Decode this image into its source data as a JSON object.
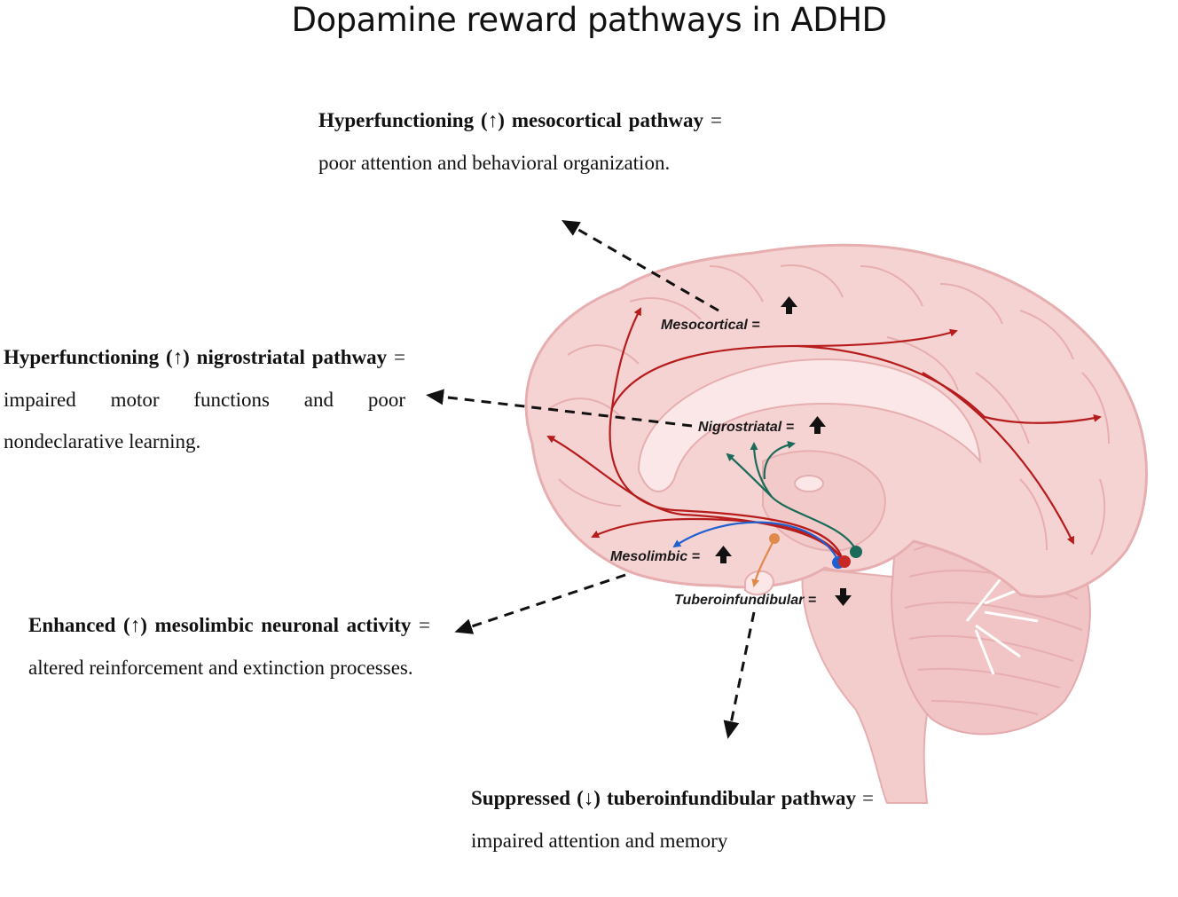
{
  "title": "Dopamine reward pathways in ADHD",
  "colors": {
    "mesocortical": "#b71c1c",
    "nigrostriatal": "#1b6b5a",
    "mesolimbic": "#1f5fcf",
    "tuberoinfundibular": "#e0894a",
    "brain_fill": "#f6d3d3",
    "brain_outline": "#e7aeb0"
  },
  "pathway_labels": {
    "mesocortical": "Mesocortical =",
    "nigrostriatal": "Nigrostriatal =",
    "mesolimbic": "Mesolimbic =",
    "tuberoinfundibular": "Tuberoinfundibular ="
  },
  "pathway_direction": {
    "mesocortical": "up",
    "nigrostriatal": "up",
    "mesolimbic": "up",
    "tuberoinfundibular": "down"
  },
  "callouts": {
    "mesocortical": {
      "bold": "Hyperfunctioning (↑) mesocortical pathway",
      "text": " = poor attention and behavioral organization."
    },
    "nigrostriatal": {
      "bold": "Hyperfunctioning (↑) nigrostriatal pathway",
      "text": " = impaired motor functions and poor nondeclarative learning."
    },
    "mesolimbic": {
      "bold": "Enhanced (↑) mesolimbic neuronal activity",
      "text": " = altered reinforcement and extinction processes."
    },
    "tuberoinfundibular": {
      "bold": "Suppressed (↓) tuberoinfundibular pathway",
      "text": " = impaired attention and memory"
    }
  }
}
